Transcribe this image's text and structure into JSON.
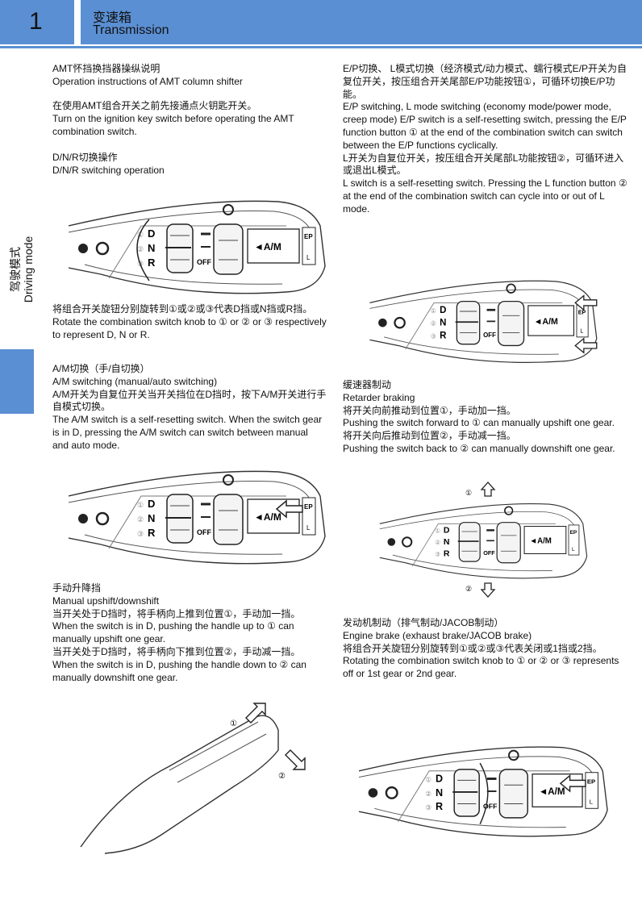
{
  "header": {
    "chapter": "1",
    "title_zh": "变速箱",
    "title_en": "Transmission"
  },
  "side": {
    "zh": "驾驶模式",
    "en": "Driving mode"
  },
  "left": {
    "b1": {
      "zh": "AMT怀挡换挡器操纵说明",
      "en": "Operation instructions of AMT column shifter"
    },
    "b2": {
      "zh": "在使用AMT组合开关之前先接通点火钥匙开关。",
      "en": "Turn on the ignition key switch before operating the AMT combination switch."
    },
    "b3": {
      "zh": "D/N/R切换操作",
      "en": "D/N/R switching operation"
    },
    "b4": {
      "zh": "将组合开关旋钮分别旋转到①或②或③代表D挡或N挡或R挡。",
      "en": "Rotate the combination switch knob to ① or ② or ③ respectively to represent D, N or R."
    },
    "b5": {
      "zh": "A/M切换（手/自切换）",
      "en": "A/M switching (manual/auto switching)",
      "zh2": "A/M开关为自复位开关当开关挡位在D挡时，按下A/M开关进行手自模式切换。",
      "en2": "The A/M switch is a self-resetting switch. When the switch gear is in D, pressing the A/M switch can switch between manual and auto mode."
    },
    "b6": {
      "zh": "手动升降挡",
      "en": "Manual upshift/downshift",
      "zh2": "当开关处于D挡时，将手柄向上推到位置①，手动加一挡。",
      "en2": "When the switch is in D, pushing the handle up to ① can manually upshift one gear.",
      "zh3": "当开关处于D挡时，将手柄向下推到位置②，手动减一挡。",
      "en3": "When the switch is in D, pushing the handle down to ② can manually downshift one gear."
    }
  },
  "right": {
    "b1": {
      "zh": "E/P切换、 L模式切换（经济模式/动力模式、蠕行模式E/P开关为自复位开关，按压组合开关尾部E/P功能按钮①，可循环切换E/P功能。",
      "en": "E/P switching, L mode switching (economy mode/power mode, creep mode) E/P switch is a self-resetting switch, pressing the E/P function button ① at the end of the combination switch can switch between the E/P functions cyclically.",
      "zh2": "L开关为自复位开关，按压组合开关尾部L功能按钮②，可循环进入或退出L模式。",
      "en2": "L switch is a self-resetting switch. Pressing the L function button ② at the end of the combination switch can cycle into or out of L mode."
    },
    "b2": {
      "zh": "缓速器制动",
      "en": "Retarder braking",
      "zh2": "将开关向前推动到位置①，手动加一挡。",
      "en2": "Pushing the switch forward to ① can manually upshift one gear.",
      "zh3": "将开关向后推动到位置②，手动减一挡。",
      "en3": "Pushing the switch back to ② can manually downshift one gear."
    },
    "b3": {
      "zh": "发动机制动（排气制动/JACOB制动）",
      "en": "Engine brake (exhaust brake/JACOB brake)",
      "zh2": "将组合开关旋钮分别旋转到①或②或③代表关闭或1挡或2挡。",
      "en2": "Rotating the combination switch knob to ① or ② or ③ represents off or 1st gear or 2nd gear."
    }
  },
  "figure_labels": {
    "d": "D",
    "n": "N",
    "r": "R",
    "off": "OFF",
    "am": "◄A/M",
    "ep": "EP",
    "l": "L",
    "c1": "①",
    "c2": "②",
    "c3": "③"
  }
}
